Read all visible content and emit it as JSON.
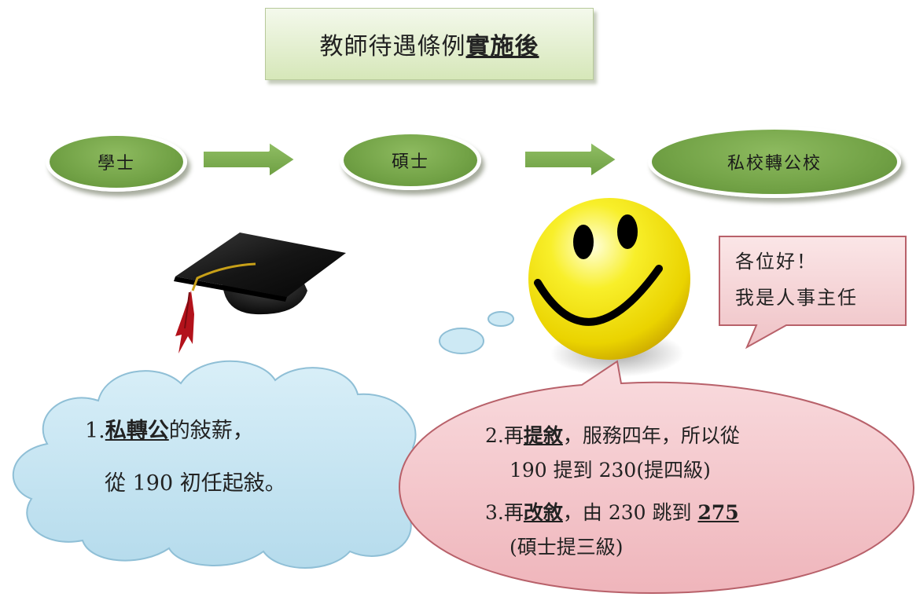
{
  "title": {
    "prefix": "教師待遇條例",
    "emphasis": "實施後"
  },
  "flow": {
    "step1": "學士",
    "step2": "碩士",
    "step3": "私校轉公校"
  },
  "cloud": {
    "line1_num": "1.",
    "line1_emph": "私轉公",
    "line1_rest": "的敍薪，",
    "line2": "從 190 初任起敍。"
  },
  "bubble": {
    "line1_num": "2.",
    "line1_pre": "再",
    "line1_emph": "提敘",
    "line1_rest": "，服務四年，所以從",
    "line2": "190 提到 230(提四級)",
    "line3_num": "3.",
    "line3_pre": "再",
    "line3_emph": "改敘",
    "line3_mid": "，由 230 跳到 ",
    "line3_value": "275",
    "line4": "(碩士提三級)"
  },
  "speech": {
    "line1": "各位好！",
    "line2": "我是人事主任"
  },
  "colors": {
    "oval_green": "#72a246",
    "arrow_green": "#79ad4d",
    "cloud_blue": "#c9e6f3",
    "bubble_pink": "#f3c1c5",
    "speech_pink": "#f6d4d6",
    "smiley_yellow": "#f5e20a"
  },
  "icons": [
    "graduation-cap-icon",
    "smiley-face-icon"
  ]
}
